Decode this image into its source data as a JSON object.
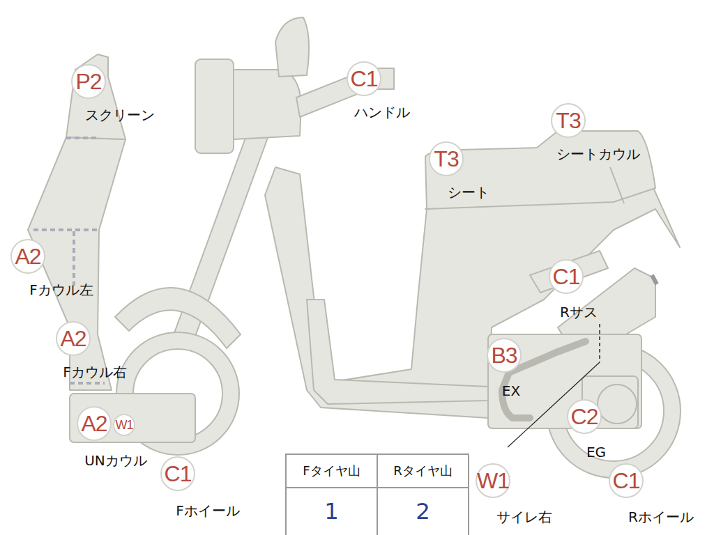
{
  "diagram": {
    "nodes": [
      {
        "text": [
          "P2",
          "スクリーン"
        ]
      },
      {
        "text": [
          "C1",
          "ハンドル"
        ]
      },
      {
        "text": [
          "T3",
          "シートカウル"
        ]
      },
      {
        "text": [
          "T3",
          "シート"
        ]
      },
      {
        "text": [
          "A2",
          "Fカウル左"
        ]
      },
      {
        "text": [
          "C1",
          "Rサス"
        ]
      },
      {
        "text": [
          "A2",
          "Fカウル右"
        ]
      },
      {
        "text": [
          "B3",
          "EX"
        ]
      },
      {
        "text": [
          "A2",
          "UNカウル"
        ]
      },
      {
        "text": [
          "W1"
        ]
      },
      {
        "text": [
          "C2",
          "EG"
        ]
      },
      {
        "text": [
          "C1",
          "Fホイール"
        ]
      },
      {
        "text": [
          "W1",
          "サイレ右"
        ]
      },
      {
        "text": [
          "C1",
          "Rホイール"
        ]
      }
    ],
    "labels": [
      "Fタイヤ山",
      "Rタイヤ山",
      "1",
      "2"
    ]
  }
}
